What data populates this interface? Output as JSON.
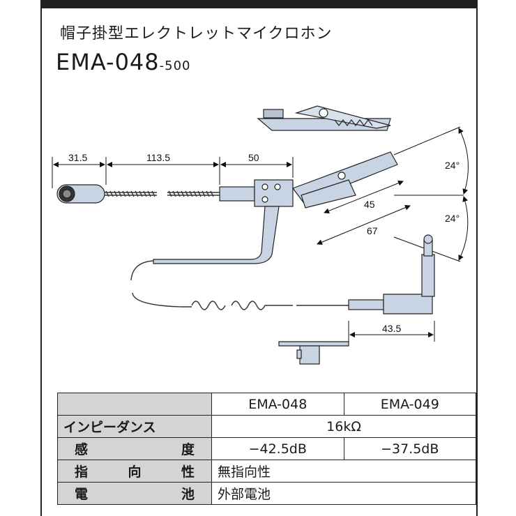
{
  "header": {
    "title": "帽子掛型エレクトレットマイクロホン",
    "model_main": "EMA-048",
    "model_suffix": "-500"
  },
  "drawing": {
    "dimensions": [
      "31.5",
      "113.5",
      "50",
      "45",
      "67",
      "24°",
      "24°",
      "43.5"
    ]
  },
  "spec_table": {
    "columns": [
      "EMA-048",
      "EMA-049"
    ],
    "rows": [
      {
        "label": "インピーダンス",
        "values": [
          "16kΩ"
        ]
      },
      {
        "label_chars": [
          "感",
          "度"
        ],
        "values": [
          "−42.5dB",
          "−37.5dB"
        ]
      },
      {
        "label_chars": [
          "指",
          "向",
          "性"
        ],
        "values": [
          "無指向性"
        ]
      },
      {
        "label_chars": [
          "電",
          "池"
        ],
        "values": [
          "外部電池"
        ]
      }
    ]
  }
}
